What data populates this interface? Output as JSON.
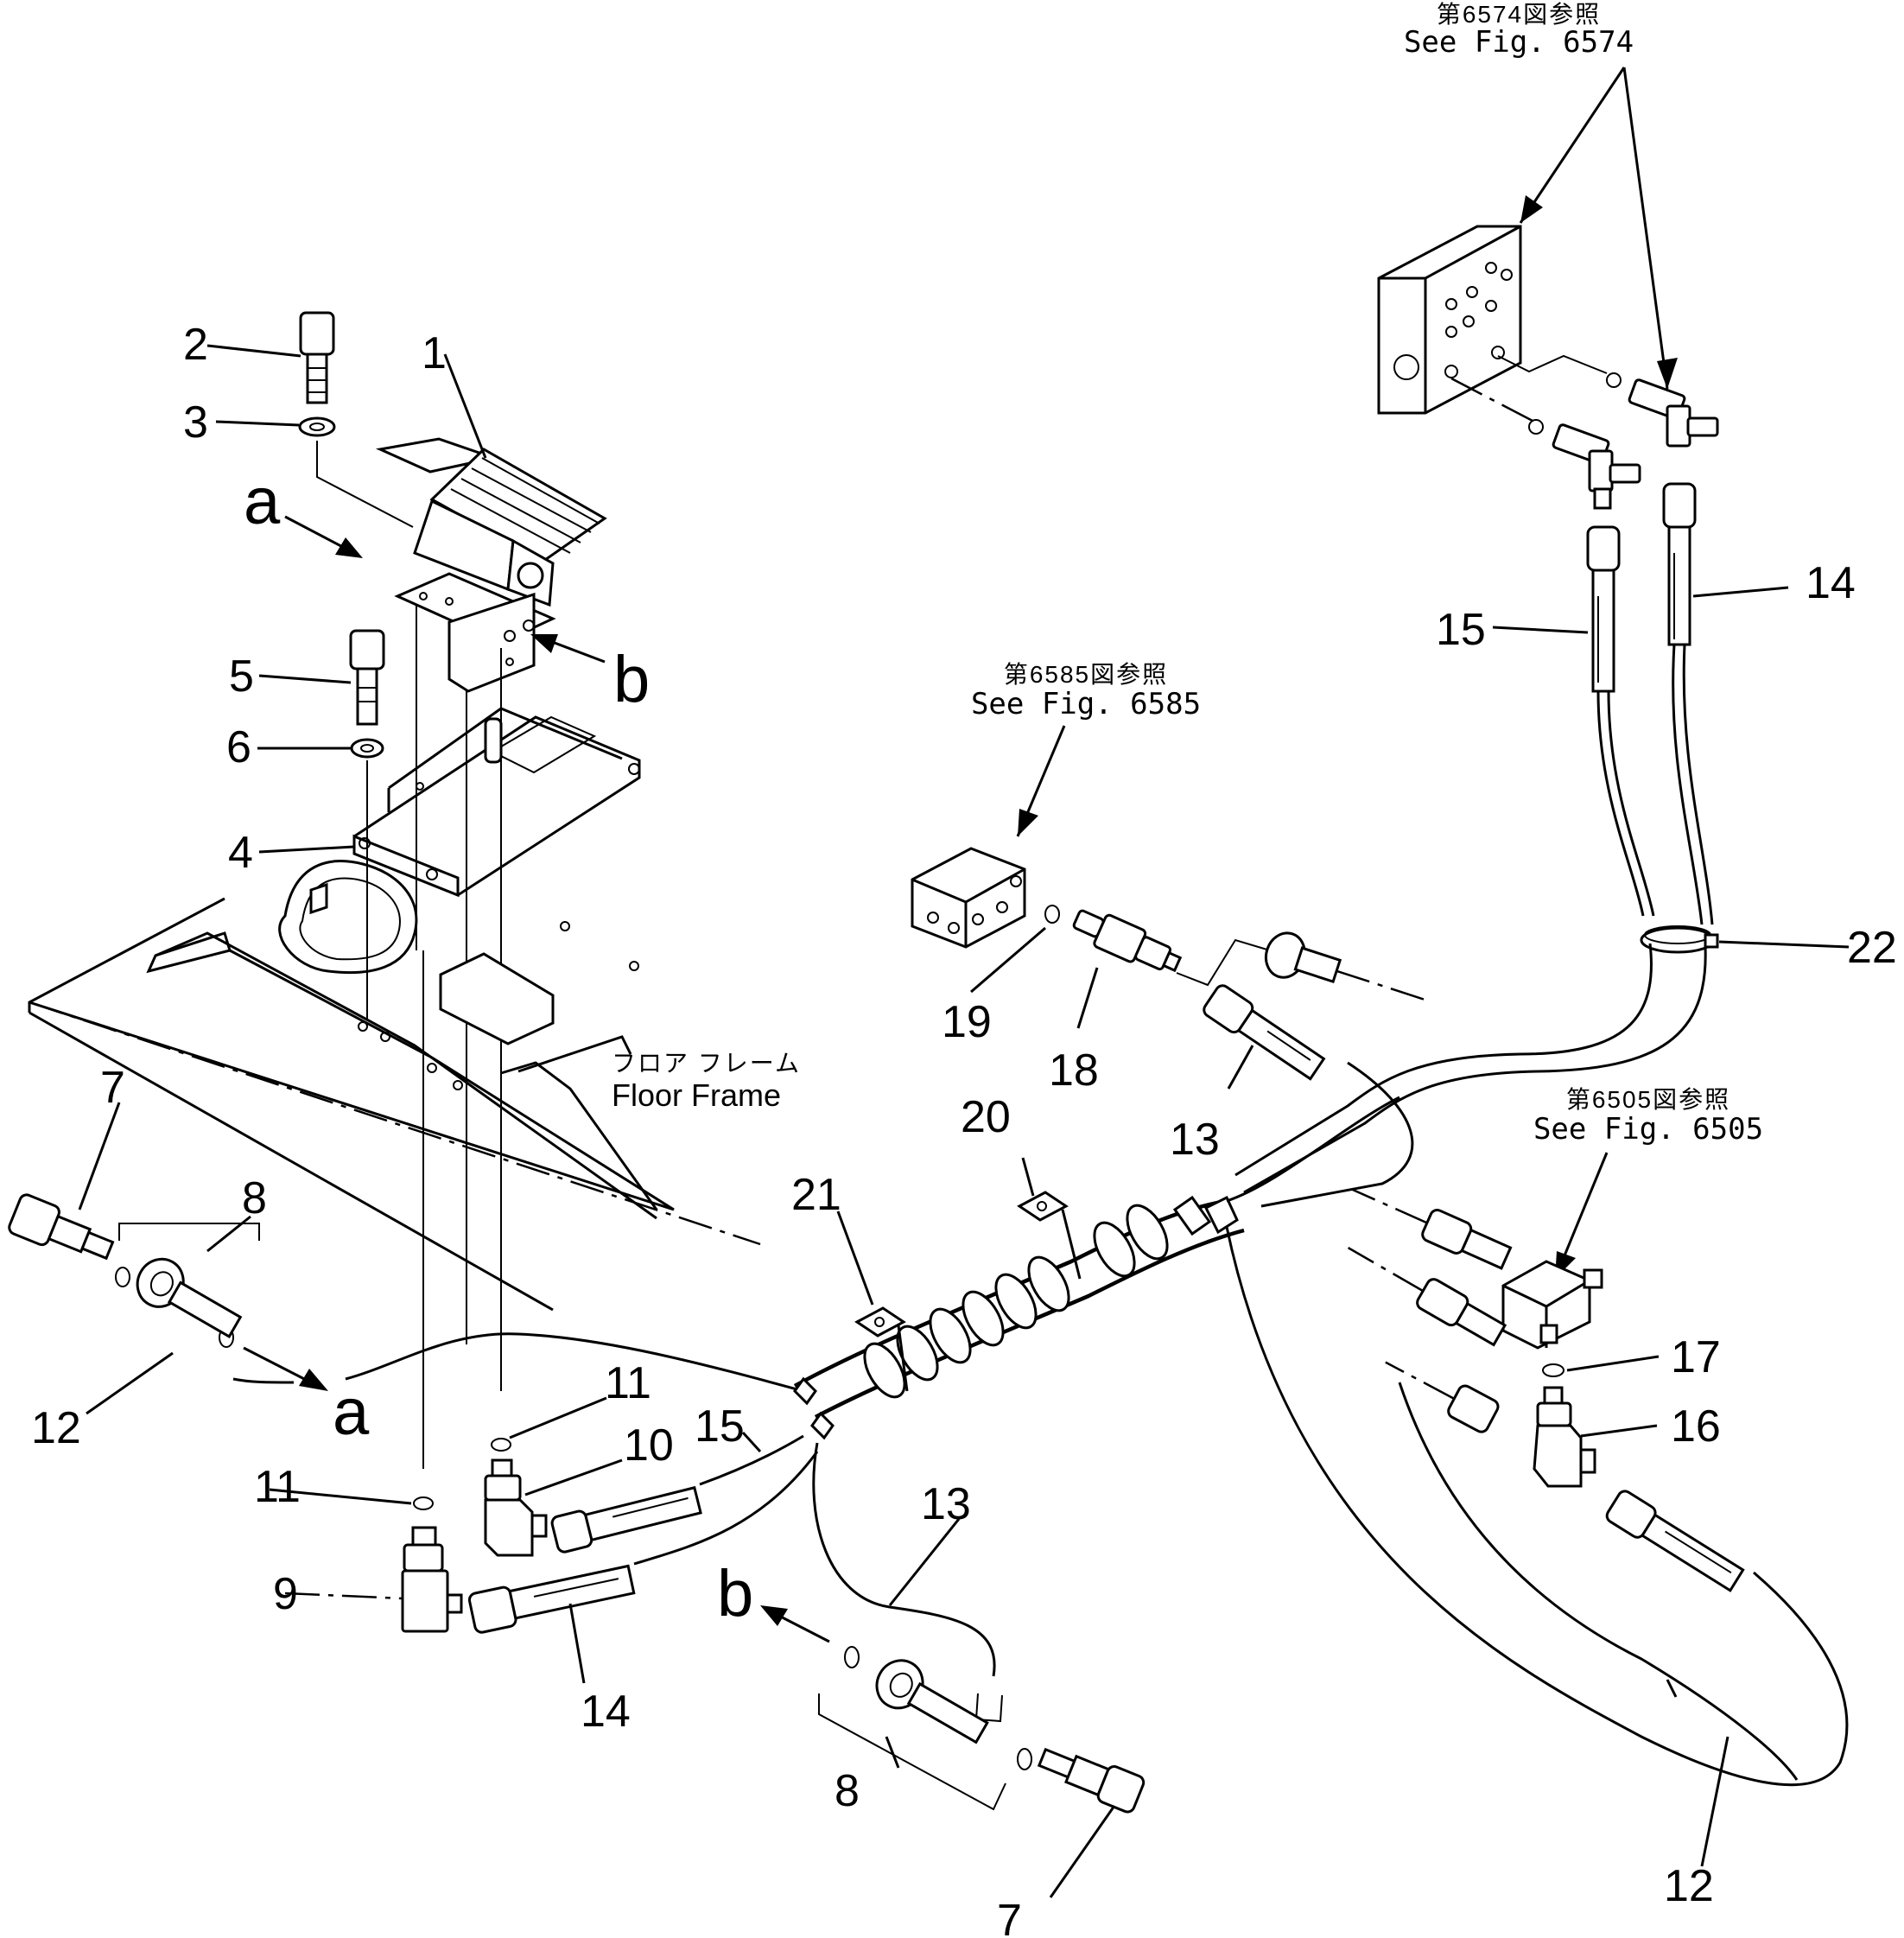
{
  "references": {
    "fig6574_jp": "第6574図参照",
    "fig6574_en": "See Fig. 6574",
    "fig6585_jp": "第6585図参照",
    "fig6585_en": "See Fig. 6585",
    "fig6505_jp": "第6505図参照",
    "fig6505_en": "See Fig. 6505"
  },
  "floor_frame": {
    "jp": "フロア フレーム",
    "en": "Floor Frame"
  },
  "view_markers": {
    "a": "a",
    "b": "b"
  },
  "callouts": {
    "c1": "1",
    "c2": "2",
    "c3": "3",
    "c4": "4",
    "c5": "5",
    "c6": "6",
    "c7a": "7",
    "c7b": "7",
    "c8a": "8",
    "c8b": "8",
    "c9": "9",
    "c10": "10",
    "c11a": "11",
    "c11b": "11",
    "c12a": "12",
    "c12b": "12",
    "c13a": "13",
    "c13b": "13",
    "c14a": "14",
    "c14b": "14",
    "c15a": "15",
    "c15b": "15",
    "c16": "16",
    "c17": "17",
    "c18": "18",
    "c19": "19",
    "c20": "20",
    "c21": "21",
    "c22": "22"
  }
}
